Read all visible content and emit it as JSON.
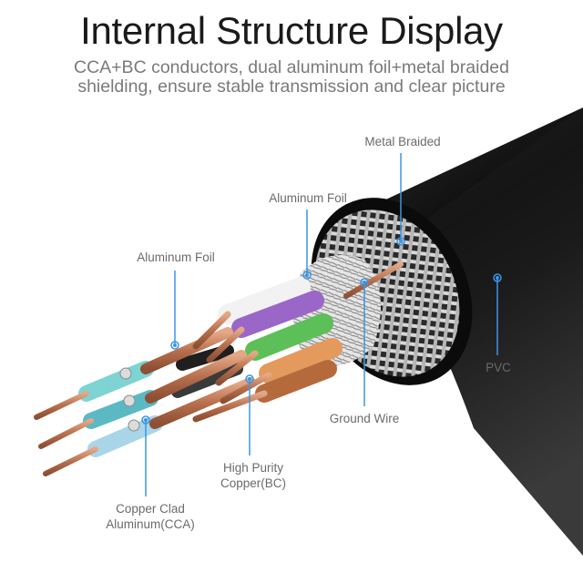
{
  "header": {
    "title": "Internal Structure Display",
    "subtitle_lines": [
      "CCA+BC conductors, dual aluminum foil+metal braided",
      "shielding, ensure stable transmission and clear picture"
    ]
  },
  "colors": {
    "callout_line": "#3a96e6",
    "label_text": "#6b6b6b",
    "title_text": "#1a1a1a",
    "subtitle_text": "#7a7a7a",
    "jacket": "#151515",
    "copper": "#c98463"
  },
  "callouts": [
    {
      "id": "metal-braided",
      "lines": [
        "Metal Braided"
      ]
    },
    {
      "id": "aluminum-foil-outer",
      "lines": [
        "Aluminum Foil"
      ]
    },
    {
      "id": "aluminum-foil-inner",
      "lines": [
        "Aluminum Foil"
      ]
    },
    {
      "id": "pvc",
      "lines": [
        "PVC"
      ]
    },
    {
      "id": "ground-wire",
      "lines": [
        "Ground Wire"
      ]
    },
    {
      "id": "high-purity-copper",
      "lines": [
        "High Purity",
        "Copper(BC)"
      ]
    },
    {
      "id": "copper-clad-aluminum",
      "lines": [
        "Copper Clad",
        "Aluminum(CCA)"
      ]
    }
  ],
  "wire_insulation_colors": [
    "#ffffff",
    "#9a66c8",
    "#5cbf58",
    "#e39a5c",
    "#b56a3c",
    "#7ed3d3",
    "#5bb9c4",
    "#a8d6e8",
    "#23336a",
    "#c8bb4a"
  ]
}
